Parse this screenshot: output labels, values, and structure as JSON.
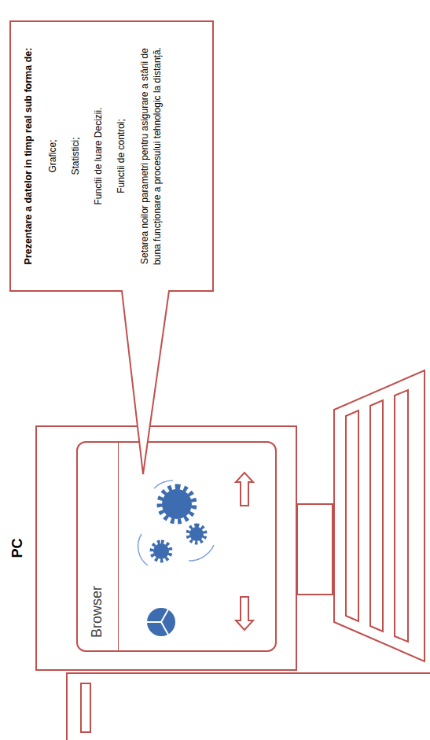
{
  "diagram": {
    "nodes": [
      {
        "text": [
          "PC"
        ]
      },
      {
        "text": [
          "Browser"
        ],
        "in": 0
      },
      {
        "text": [
          "Prezentare a datelor in timp real sub forma de:",
          "Grafice;",
          "Statistici;",
          "Functii de luare Decizii.",
          "Functii de control;",
          "Setarea noilor parametri pentru asigurare a stării de buna funcționare a procesului tehnologic la distanță."
        ]
      }
    ]
  }
}
